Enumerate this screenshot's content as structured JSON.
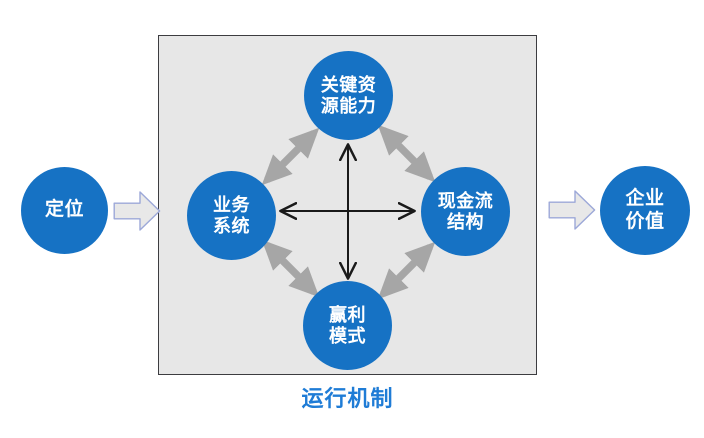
{
  "diagram": {
    "title": "",
    "colors": {
      "node_blue": "#1672C4",
      "node_text": "#FFFFFF",
      "panel_fill": "#E7E7E7",
      "panel_border": "#3C3C40",
      "diagonal_arrow_gray": "#A6A6A6",
      "cross_arrow_black": "#1A1A1A",
      "block_arrow_fill": "#E8E8E8",
      "block_arrow_stroke": "#9CA8D8",
      "caption_blue": "#1F7CD6",
      "canvas_background": "#FFFFFF"
    },
    "panel": {
      "caption": "运行机制"
    },
    "outer_nodes": [
      {
        "id": "positioning",
        "label": "定位",
        "lines": [
          "定位"
        ],
        "position": "left"
      },
      {
        "id": "enterprise-value",
        "label": "企业价值",
        "lines": [
          "企业",
          "价值"
        ],
        "position": "right"
      }
    ],
    "inner_nodes": [
      {
        "id": "key-resource",
        "label": "关键资源能力",
        "lines": [
          "关键资",
          "源能力"
        ],
        "position": "top"
      },
      {
        "id": "business-system",
        "label": "业务系统",
        "lines": [
          "业务",
          "系统"
        ],
        "position": "left"
      },
      {
        "id": "cashflow-structure",
        "label": "现金流结构",
        "lines": [
          "现金流",
          "结构"
        ],
        "position": "right"
      },
      {
        "id": "profit-model",
        "label": "赢利模式",
        "lines": [
          "赢利",
          "模式"
        ],
        "position": "bottom"
      }
    ],
    "block_arrows": [
      {
        "id": "arrow-in",
        "icon": "block-arrow-right-icon",
        "from": "定位",
        "to": "运行机制"
      },
      {
        "id": "arrow-out",
        "icon": "block-arrow-right-icon",
        "from": "运行机制",
        "to": "企业价值"
      }
    ],
    "connectors": {
      "diagonal": [
        {
          "icon": "double-arrow-icon",
          "from": "业务系统",
          "to": "关键资源能力",
          "style": "gray"
        },
        {
          "icon": "double-arrow-icon",
          "from": "关键资源能力",
          "to": "现金流结构",
          "style": "gray"
        },
        {
          "icon": "double-arrow-icon",
          "from": "现金流结构",
          "to": "赢利模式",
          "style": "gray"
        },
        {
          "icon": "double-arrow-icon",
          "from": "赢利模式",
          "to": "业务系统",
          "style": "gray"
        }
      ],
      "cross": [
        {
          "icon": "double-arrow-horizontal-icon",
          "from": "业务系统",
          "to": "现金流结构",
          "style": "black"
        },
        {
          "icon": "double-arrow-vertical-icon",
          "from": "关键资源能力",
          "to": "赢利模式",
          "style": "black"
        }
      ]
    }
  }
}
